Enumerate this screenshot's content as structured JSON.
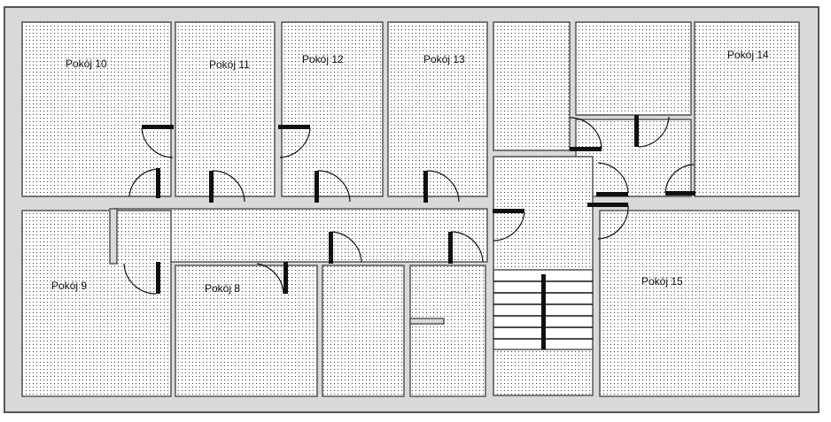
{
  "floorplan": {
    "colors": {
      "wall": "#d9d9d9",
      "outline": "#555555",
      "dots": "#3a3a3a",
      "door": "#111111"
    },
    "rooms": [
      {
        "id": "10",
        "label": "Pokój 10"
      },
      {
        "id": "11",
        "label": "Pokój 11"
      },
      {
        "id": "12",
        "label": "Pokój 12"
      },
      {
        "id": "13",
        "label": "Pokój 13"
      },
      {
        "id": "14",
        "label": "Pokój 14"
      },
      {
        "id": "9",
        "label": "Pokój 9"
      },
      {
        "id": "8",
        "label": "Pokój 8"
      },
      {
        "id": "15",
        "label": "Pokój 15"
      }
    ]
  }
}
